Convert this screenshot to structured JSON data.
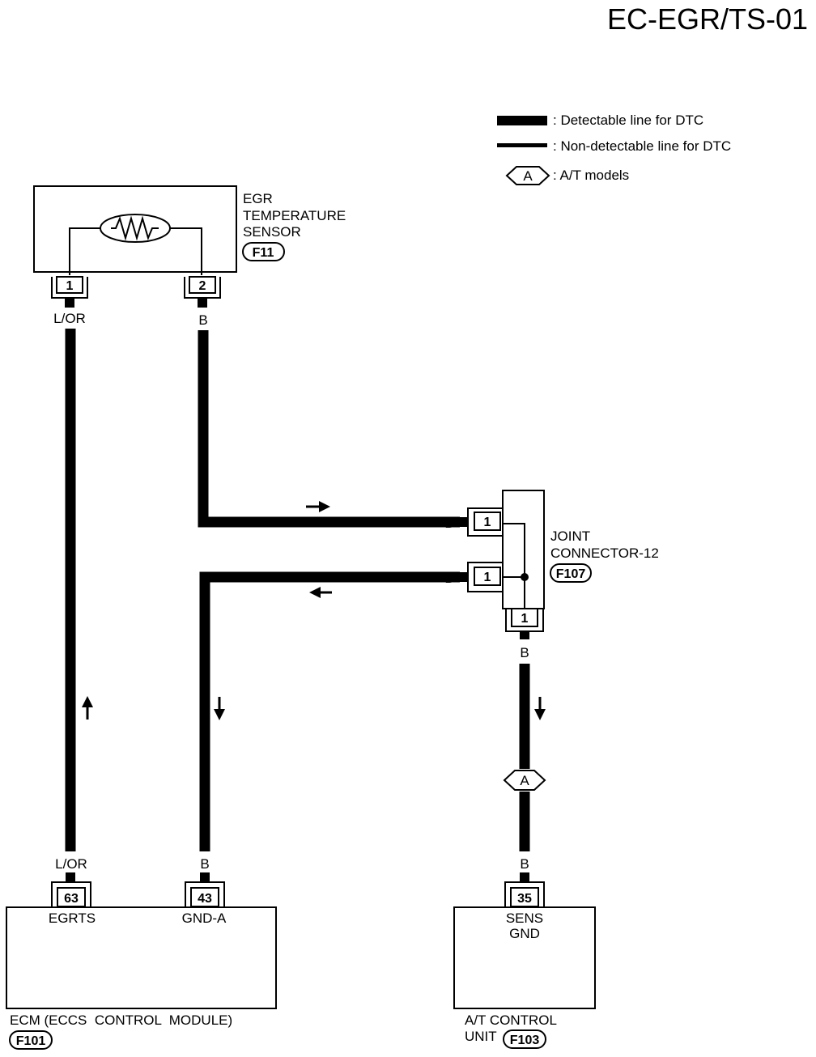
{
  "page_code": "EC-EGR/TS-01",
  "legend": {
    "detectable": ": Detectable line for DTC",
    "non_detectable": ": Non-detectable line for DTC",
    "at_marker": "A",
    "at_models": ": A/T models"
  },
  "egr_sensor": {
    "name_line1": "EGR",
    "name_line2": "TEMPERATURE",
    "name_line3": "SENSOR",
    "connector": "F11",
    "pin1": "1",
    "pin2": "2",
    "wire1": "L/OR",
    "wire2": "B"
  },
  "joint_connector": {
    "name_line1": "JOINT",
    "name_line2": "CONNECTOR-12",
    "connector": "F107",
    "pin_in": "1",
    "pin_out": "1",
    "pin_bottom": "1",
    "wire_in": "B",
    "wire_out": "B",
    "wire_bottom": "B"
  },
  "at_marker": "A",
  "ecm": {
    "name": "ECM (ECCS  CONTROL  MODULE)",
    "connector": "F101",
    "pin63": "63",
    "pin43": "43",
    "term63": "EGRTS",
    "term43": "GND-A",
    "wire63": "L/OR",
    "wire43": "B"
  },
  "tcu": {
    "name_line1": "A/T CONTROL",
    "name_line2": "UNIT",
    "connector": "F103",
    "pin": "35",
    "term_line1": "SENS",
    "term_line2": "GND",
    "wire": "B"
  }
}
